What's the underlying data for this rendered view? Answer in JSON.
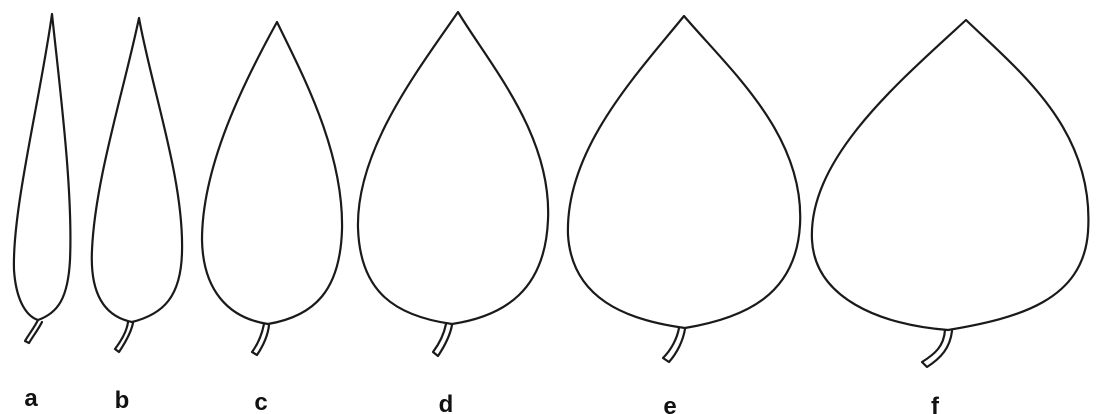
{
  "leaves": [
    {
      "label": "a"
    },
    {
      "label": "b"
    },
    {
      "label": "c"
    },
    {
      "label": "d"
    },
    {
      "label": "e"
    },
    {
      "label": "f"
    }
  ]
}
